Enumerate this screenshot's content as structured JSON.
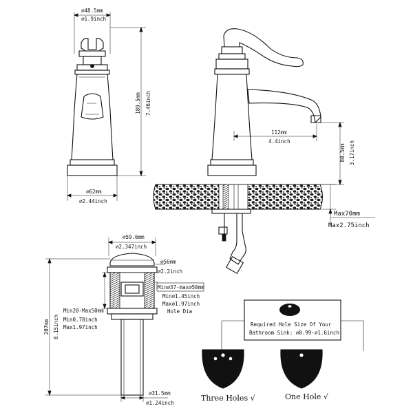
{
  "front_view": {
    "top_diameter_mm": "⌀48.5mm",
    "top_diameter_in": "⌀1.9inch",
    "height_mm": "189.5mm",
    "height_in": "7.46inch",
    "base_diameter_mm": "⌀62mm",
    "base_diameter_in": "⌀2.44inch"
  },
  "side_view": {
    "reach_mm": "112mm",
    "reach_in": "4.4inch",
    "spout_height_mm": "80.5mm",
    "spout_height_in": "3.17inch",
    "max_thickness_mm": "Max70mm",
    "max_thickness_in": "Max2.75inch"
  },
  "drain": {
    "cap_diameter_mm": "⌀59.6mm",
    "cap_diameter_in": "⌀2.347inch",
    "body_diameter_mm": "⌀56mm",
    "body_diameter_in": "⌀2.2inch",
    "hole_range_mm": "Min⌀37-max⌀50mm",
    "hole_min_in": "Min⌀1.45inch",
    "hole_max_in": "Max⌀1.97inch",
    "hole_dia_label": "Hole Dia",
    "thickness_range_mm": "Min20-Max50mm",
    "thickness_min_in": "Min0.78inch",
    "thickness_max_in": "Max1.97inch",
    "total_height_mm": "207mm",
    "total_height_in": "8.15inch",
    "tail_diameter_mm": "⌀31.5mm",
    "tail_diameter_in": "⌀1.24inch"
  },
  "hole_note": {
    "line1": "Required Hole Size Of Your",
    "line2": "Bathroom Sink: ⌀0.99-⌀1.6inch"
  },
  "options": {
    "three_holes": "Three Holes √",
    "one_hole": "One Hole  √"
  }
}
